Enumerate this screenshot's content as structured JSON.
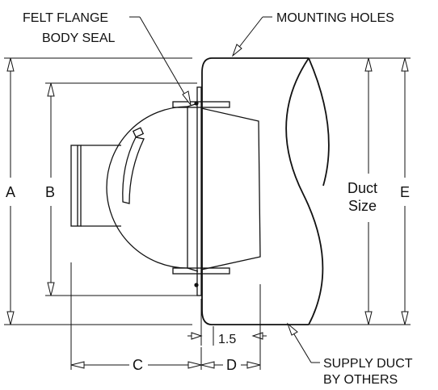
{
  "labels": {
    "felt_line1": "FELT FLANGE",
    "felt_line2": "BODY SEAL",
    "mounting_holes": "MOUNTING HOLES",
    "dim_a": "A",
    "dim_b": "B",
    "dim_c": "C",
    "dim_d": "D",
    "dim_e": "E",
    "dim_15": "1.5",
    "duct_line1": "Duct",
    "duct_line2": "Size",
    "supply_line1": "SUPPLY DUCT",
    "supply_line2": "BY OTHERS"
  }
}
